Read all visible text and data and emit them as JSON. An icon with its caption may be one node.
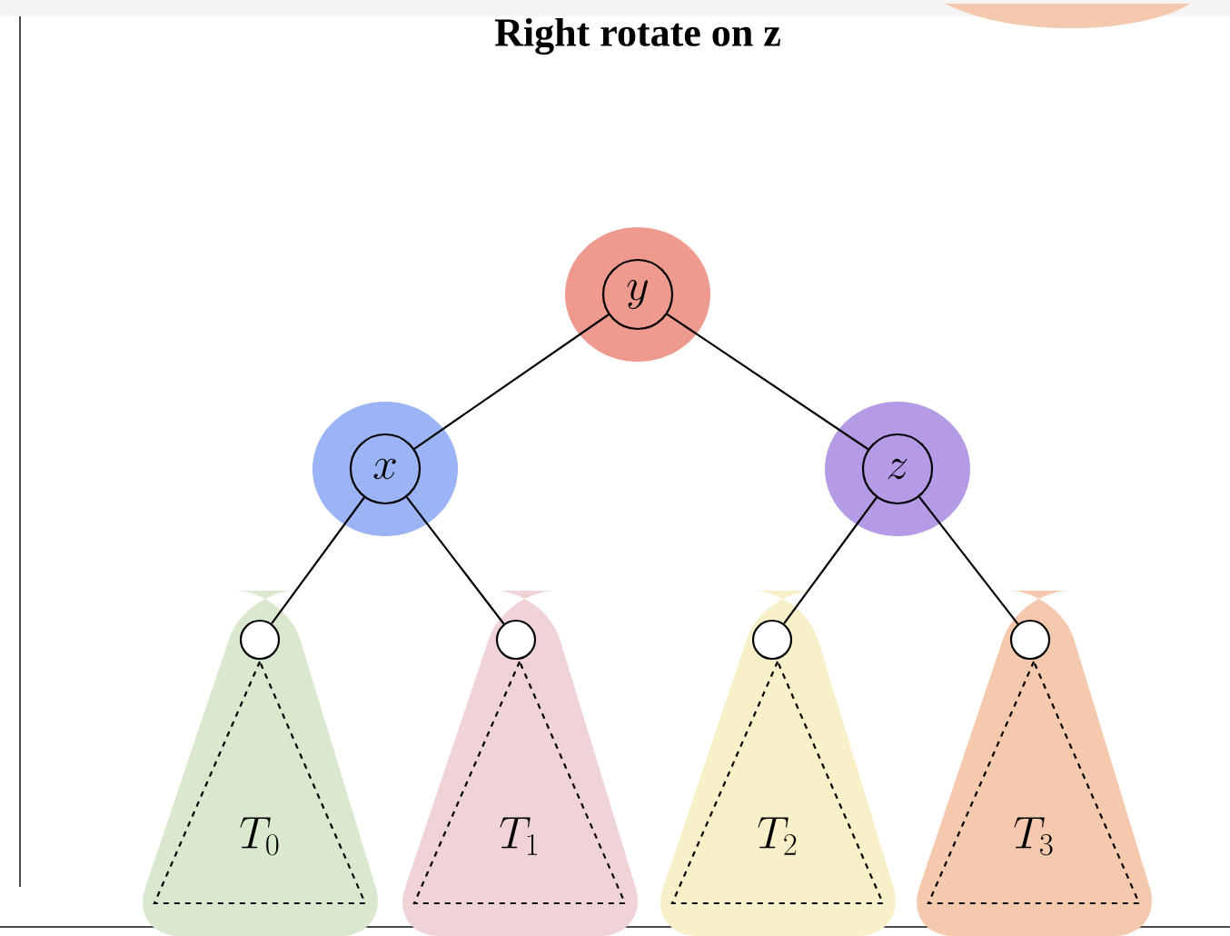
{
  "diagram": {
    "title": "Right rotate on z",
    "nodes": [
      {
        "text": [
          "y"
        ]
      },
      {
        "text": [
          "x"
        ]
      },
      {
        "text": [
          "z"
        ]
      },
      {
        "text": [],
        "shape": "circle"
      },
      {
        "text": [],
        "shape": "circle"
      },
      {
        "text": [],
        "shape": "circle"
      },
      {
        "text": [],
        "shape": "circle"
      },
      {
        "text": [
          "T_0"
        ]
      },
      {
        "text": [
          "T_1"
        ]
      },
      {
        "text": [
          "T_2"
        ]
      },
      {
        "text": [
          "T_3"
        ]
      }
    ],
    "edges": [
      {
        "from": 0,
        "to": 1,
        "arrow": "none"
      },
      {
        "from": 0,
        "to": 2,
        "arrow": "none"
      },
      {
        "from": 1,
        "to": 3,
        "arrow": "none"
      },
      {
        "from": 1,
        "to": 4,
        "arrow": "none"
      },
      {
        "from": 2,
        "to": 5,
        "arrow": "none"
      },
      {
        "from": 2,
        "to": 6,
        "arrow": "none"
      }
    ]
  }
}
